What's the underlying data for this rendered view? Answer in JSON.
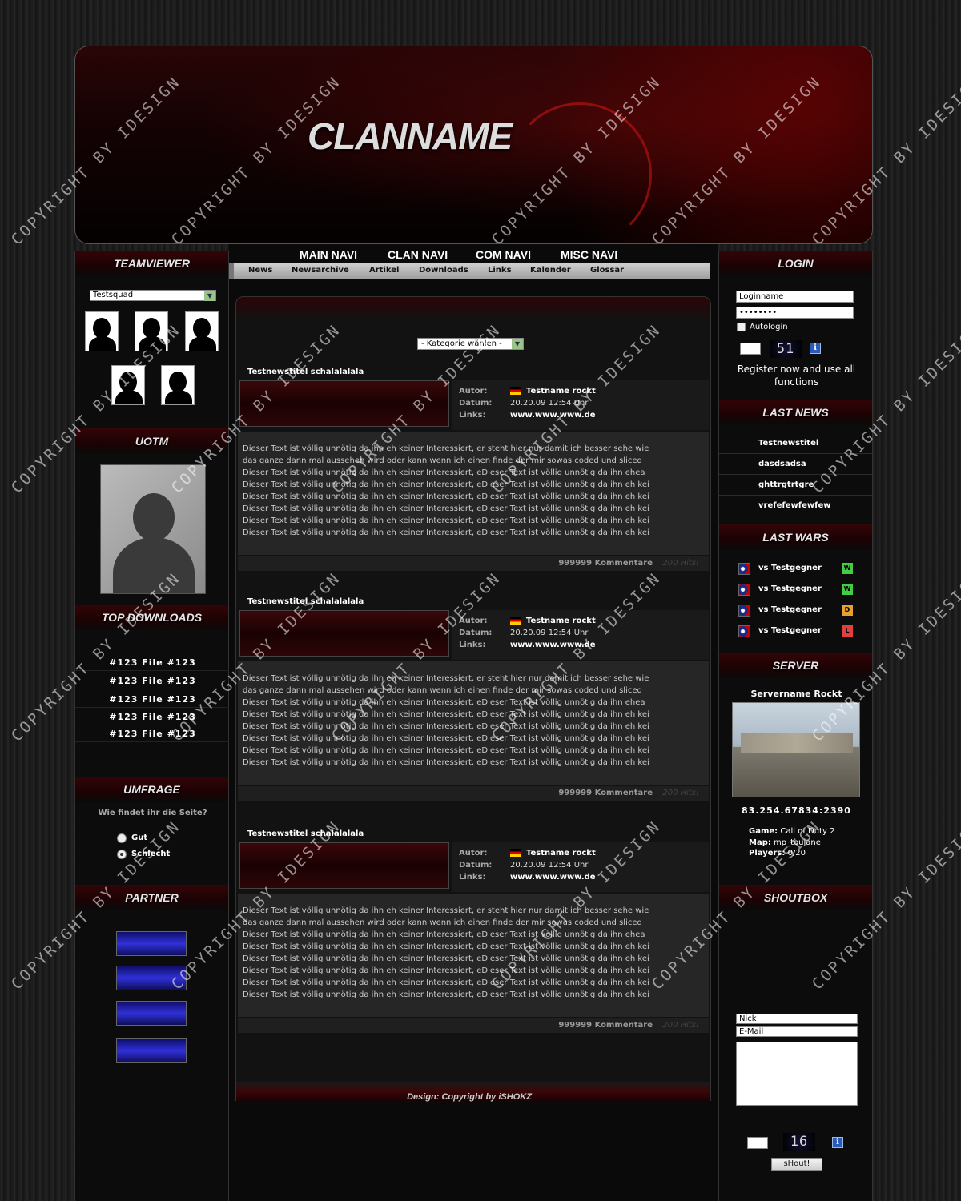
{
  "header": {
    "clanname": "CLANNAME"
  },
  "nav": {
    "main": [
      "MAIN NAVI",
      "CLAN NAVI",
      "COM NAVI",
      "MISC NAVI"
    ],
    "sub": [
      "News",
      "Newsarchive",
      "Artikel",
      "Downloads",
      "Links",
      "Kalender",
      "Glossar"
    ]
  },
  "left": {
    "teamviewer": {
      "title": "TEAMVIEWER",
      "squad": "Testsquad"
    },
    "uotm": {
      "title": "UOTM"
    },
    "downloads": {
      "title": "TOP DOWNLOADS",
      "items": [
        "#123 File #123",
        "#123 File #123",
        "#123 File #123",
        "#123 File #123",
        "#123 File #123"
      ]
    },
    "poll": {
      "title": "UMFRAGE",
      "question": "Wie findet ihr die Seite?",
      "options": [
        "Gut",
        "Schlecht"
      ]
    },
    "partner": {
      "title": "PARTNER"
    }
  },
  "content": {
    "category_select": "- Kategorie wählen -",
    "news": [
      {
        "title": "Testnewstitel schalalalala",
        "author_label": "Autor:",
        "author": "Testname rockt",
        "date_label": "Datum:",
        "date": "20.20.09  12:54 Uhr",
        "links_label": "Links:",
        "links": "www.www.www.de",
        "lines": [
          "Dieser Text ist völlig unnötig da ihn eh keiner Interessiert, er steht hier nur damit ich besser sehe wie",
          "das ganze dann mal aussehen wird oder kann wenn ich einen finde der mir sowas coded und sliced",
          "Dieser Text ist völlig unnötig da ihn eh keiner Interessiert, eDieser Text ist völlig unnötig da ihn ehea",
          "Dieser Text ist völlig unnötig da ihn eh keiner Interessiert, eDieser Text ist völlig unnötig da ihn eh kei",
          "Dieser Text ist völlig unnötig da ihn eh keiner Interessiert, eDieser Text ist völlig unnötig da ihn eh kei",
          "Dieser Text ist völlig unnötig da ihn eh keiner Interessiert, eDieser Text ist völlig unnötig da ihn eh kei",
          "Dieser Text ist völlig unnötig da ihn eh keiner Interessiert, eDieser Text ist völlig unnötig da ihn eh kei",
          "Dieser Text ist völlig unnötig da ihn eh keiner Interessiert, eDieser Text ist völlig unnötig da ihn eh kei"
        ],
        "comments": "999999 Kommentare",
        "hits": "200 Hits!"
      },
      {
        "title": "Testnewstitel schalalalala",
        "author_label": "Autor:",
        "author": "Testname rockt",
        "date_label": "Datum:",
        "date": "20.20.09  12:54 Uhr",
        "links_label": "Links:",
        "links": "www.www.www.de",
        "lines": [
          "Dieser Text ist völlig unnötig da ihn eh keiner Interessiert, er steht hier nur damit ich besser sehe wie",
          "das ganze dann mal aussehen wird oder kann wenn ich einen finde der mir sowas coded und sliced",
          "Dieser Text ist völlig unnötig da ihn eh keiner Interessiert, eDieser Text ist völlig unnötig da ihn ehea",
          "Dieser Text ist völlig unnötig da ihn eh keiner Interessiert, eDieser Text ist völlig unnötig da ihn eh kei",
          "Dieser Text ist völlig unnötig da ihn eh keiner Interessiert, eDieser Text ist völlig unnötig da ihn eh kei",
          "Dieser Text ist völlig unnötig da ihn eh keiner Interessiert, eDieser Text ist völlig unnötig da ihn eh kei",
          "Dieser Text ist völlig unnötig da ihn eh keiner Interessiert, eDieser Text ist völlig unnötig da ihn eh kei",
          "Dieser Text ist völlig unnötig da ihn eh keiner Interessiert, eDieser Text ist völlig unnötig da ihn eh kei"
        ],
        "comments": "999999 Kommentare",
        "hits": "200 Hits!"
      },
      {
        "title": "Testnewstitel schalalalala",
        "author_label": "Autor:",
        "author": "Testname rockt",
        "date_label": "Datum:",
        "date": "20.20.09  12:54 Uhr",
        "links_label": "Links:",
        "links": "www.www.www.de",
        "lines": [
          "Dieser Text ist völlig unnötig da ihn eh keiner Interessiert, er steht hier nur damit ich besser sehe wie",
          "das ganze dann mal aussehen wird oder kann wenn ich einen finde der mir sowas coded und sliced",
          "Dieser Text ist völlig unnötig da ihn eh keiner Interessiert, eDieser Text ist völlig unnötig da ihn ehea",
          "Dieser Text ist völlig unnötig da ihn eh keiner Interessiert, eDieser Text ist völlig unnötig da ihn eh kei",
          "Dieser Text ist völlig unnötig da ihn eh keiner Interessiert, eDieser Text ist völlig unnötig da ihn eh kei",
          "Dieser Text ist völlig unnötig da ihn eh keiner Interessiert, eDieser Text ist völlig unnötig da ihn eh kei",
          "Dieser Text ist völlig unnötig da ihn eh keiner Interessiert, eDieser Text ist völlig unnötig da ihn eh kei",
          "Dieser Text ist völlig unnötig da ihn eh keiner Interessiert, eDieser Text ist völlig unnötig da ihn eh kei"
        ],
        "comments": "999999 Kommentare",
        "hits": "200 Hits!"
      }
    ],
    "copyright": "Design: Copyright by iSHOKZ"
  },
  "right": {
    "login": {
      "title": "LOGIN",
      "username": "Loginname",
      "password": "••••••••",
      "autologin": "Autologin",
      "captcha": "51",
      "register": "Register now and use all functions"
    },
    "last_news": {
      "title": "LAST NEWS",
      "items": [
        "Testnewstitel",
        "dasdsadsa",
        "ghttrgtrtgre",
        "vrefefewfewfew"
      ]
    },
    "last_wars": {
      "title": "LAST WARS",
      "items": [
        {
          "name": "vs Testgegner",
          "result": "W",
          "color": "#44cc44"
        },
        {
          "name": "vs Testgegner",
          "result": "W",
          "color": "#44cc44"
        },
        {
          "name": "vs Testgegner",
          "result": "D",
          "color": "#e8a030"
        },
        {
          "name": "vs Testgegner",
          "result": "L",
          "color": "#e04040"
        }
      ]
    },
    "server": {
      "title": "SERVER",
      "name": "Servername Rockt",
      "ip": "83.254.67834:2390",
      "game_label": "Game:",
      "game": "Call of Duty 2",
      "map_label": "Map:",
      "map": "mp_toujane",
      "players_label": "Players:",
      "players": "0/20"
    },
    "shoutbox": {
      "title": "SHOUTBOX",
      "nick": "Nick",
      "email": "E-Mail",
      "captcha": "16",
      "button": "sHout!"
    }
  },
  "watermark": "COPYRIGHT BY IDESIGN"
}
